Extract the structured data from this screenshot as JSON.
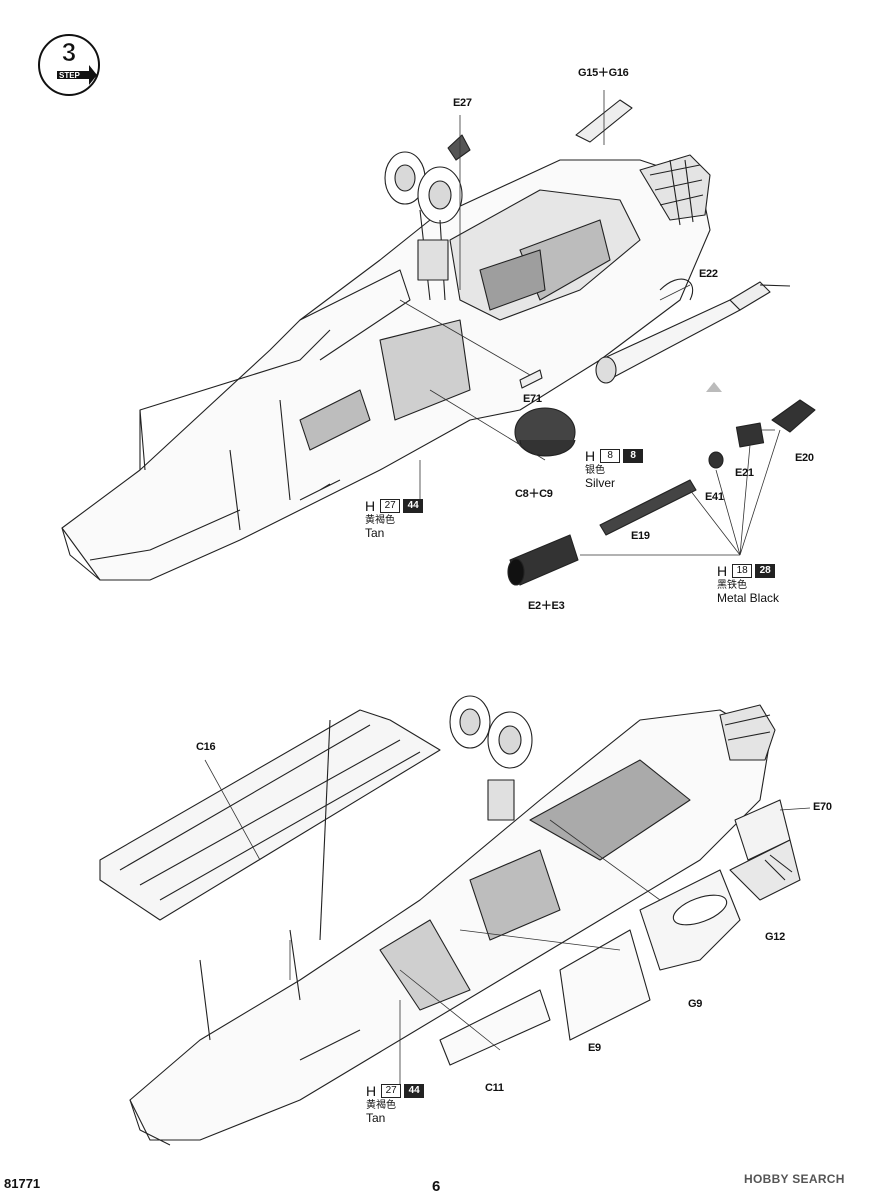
{
  "step": {
    "number": "3",
    "label": "STEP"
  },
  "labels": {
    "g15_g16": "G15＋G16",
    "e27": "E27",
    "e22": "E22",
    "e71": "E71",
    "c8_c9": "C8＋C9",
    "e20": "E20",
    "e21": "E21",
    "e41": "E41",
    "e19": "E19",
    "e2_e3": "E2＋E3",
    "c16": "C16",
    "e70": "E70",
    "g12": "G12",
    "g9": "G9",
    "e9": "E9",
    "c11": "C11"
  },
  "paints": {
    "silver": {
      "h": "H",
      "code": "8",
      "code2": "8",
      "cn": "银色",
      "en": "Silver"
    },
    "tan_top": {
      "h": "H",
      "code": "27",
      "code2": "44",
      "cn": "黄褐色",
      "en": "Tan"
    },
    "metal_black": {
      "h": "H",
      "code": "18",
      "code2": "28",
      "cn": "黑铁色",
      "en": "Metal Black"
    },
    "tan_bottom": {
      "h": "H",
      "code": "27",
      "code2": "44",
      "cn": "黄褐色",
      "en": "Tan"
    }
  },
  "footer": {
    "product_code": "81771",
    "page_number": "6",
    "watermark": "HOBBY SEARCH"
  }
}
